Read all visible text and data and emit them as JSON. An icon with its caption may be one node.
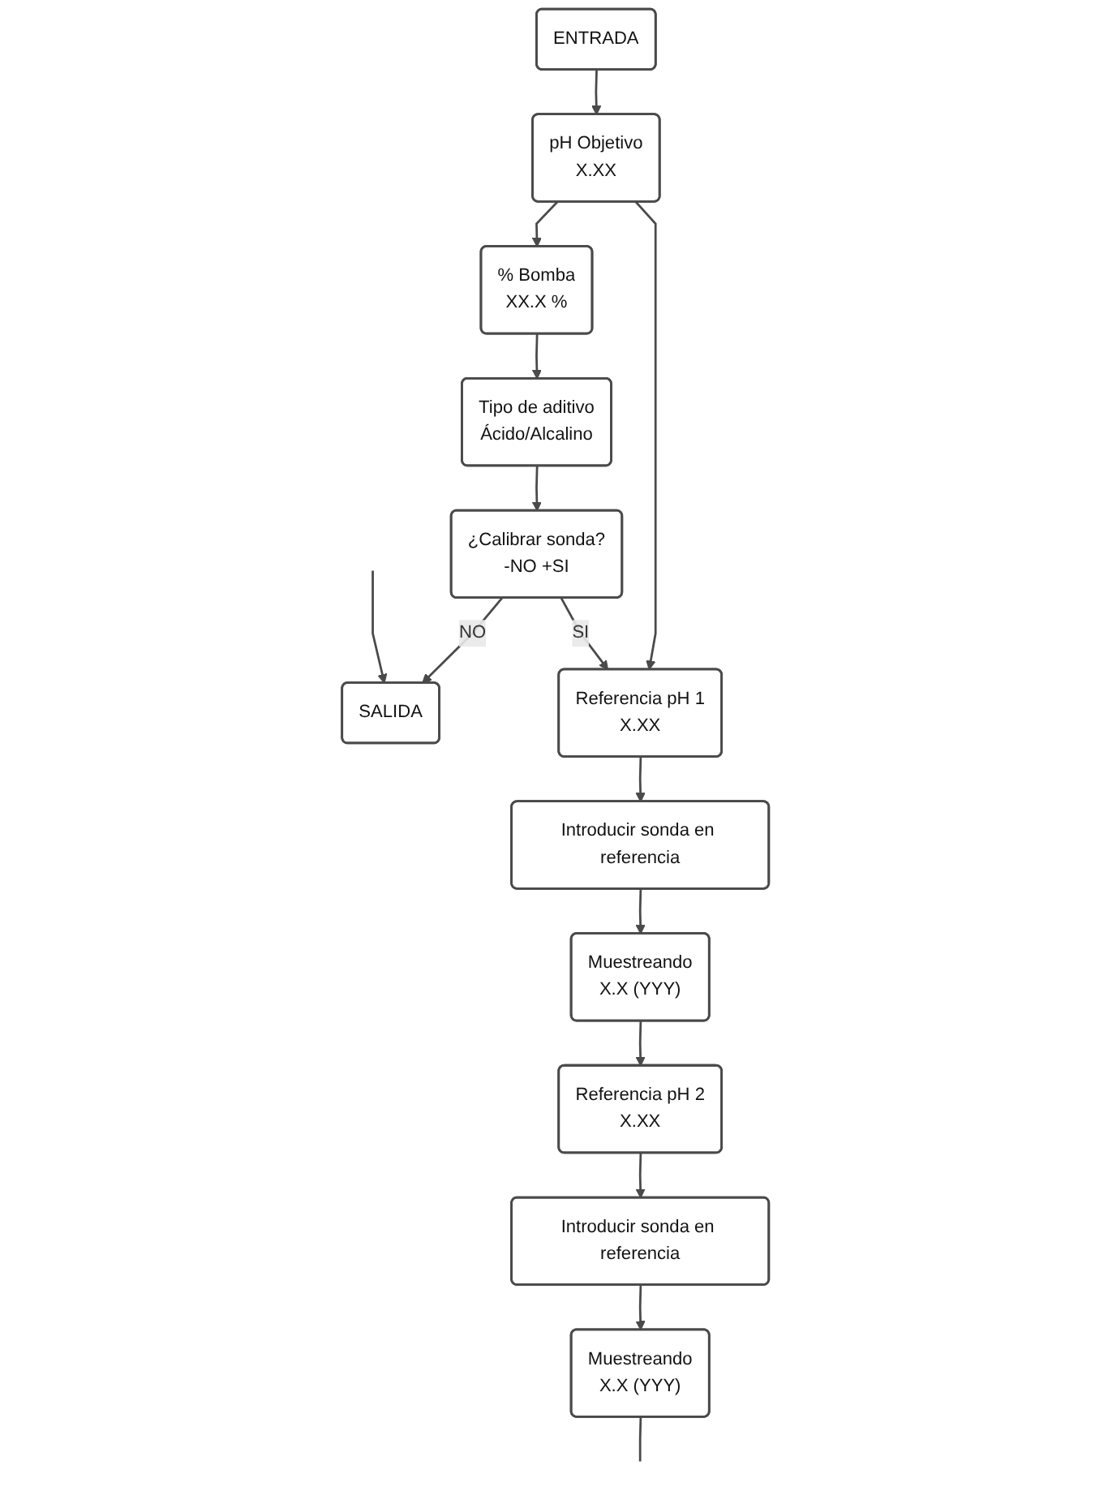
{
  "diagram": {
    "nodes": [
      {
        "text": [
          "ENTRADA"
        ]
      },
      {
        "text": [
          "pH Objetivo",
          "X.XX"
        ]
      },
      {
        "text": [
          "% Bomba",
          "XX.X %"
        ]
      },
      {
        "text": [
          "Tipo de aditivo",
          "Ácido/Alcalino"
        ]
      },
      {
        "text": [
          "¿Calibrar sonda?",
          "-NO +SI"
        ]
      },
      {
        "text": [
          "SALIDA"
        ]
      },
      {
        "text": [
          "Referencia pH 1",
          "X.XX"
        ]
      },
      {
        "text": [
          "Introducir sonda en referencia"
        ]
      },
      {
        "text": [
          "Muestreando",
          "X.X (YYY)"
        ]
      },
      {
        "text": [
          "Referencia pH 2",
          "X.XX"
        ]
      },
      {
        "text": [
          "Introducir sonda en referencia"
        ]
      },
      {
        "text": [
          "Muestreando",
          "X.X (YYY)"
        ]
      }
    ],
    "edges": [
      {
        "from": 0,
        "to": 1,
        "arrow": "to"
      },
      {
        "from": 1,
        "to": 2,
        "arrow": "to"
      },
      {
        "from": 2,
        "to": 3,
        "arrow": "to"
      },
      {
        "from": 3,
        "to": 4,
        "arrow": "to"
      },
      {
        "from": 4,
        "to": 5,
        "arrow": "to",
        "label": "NO"
      },
      {
        "from": 1,
        "to": 6,
        "arrow": "to"
      },
      {
        "from": 4,
        "to": 6,
        "arrow": "to",
        "label": "SI"
      },
      {
        "from": 6,
        "to": 7,
        "arrow": "to"
      },
      {
        "from": 7,
        "to": 8,
        "arrow": "to"
      },
      {
        "from": 8,
        "to": 9,
        "arrow": "to"
      },
      {
        "from": 9,
        "to": 10,
        "arrow": "to"
      },
      {
        "from": 10,
        "to": 11,
        "arrow": "to"
      },
      {
        "from": 11,
        "to": null,
        "arrow": "none"
      },
      {
        "from": null,
        "to": 5,
        "arrow": "to"
      }
    ]
  }
}
